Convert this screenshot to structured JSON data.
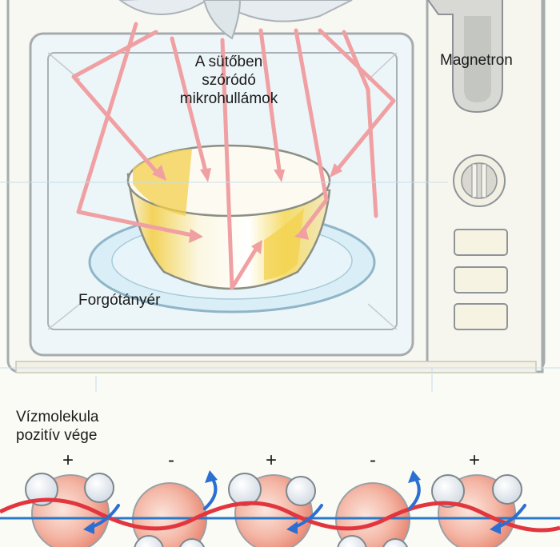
{
  "labels": {
    "scattered_line1": "A sütőben",
    "scattered_line2": "szóródó",
    "scattered_line3": "mikrohullámok",
    "magnetron": "Magnetron",
    "turntable": "Forgótányér",
    "water_line1": "Vízmolekula",
    "water_line2": "pozitív vége"
  },
  "signs": [
    "+",
    "-",
    "+",
    "-",
    "+"
  ],
  "colors": {
    "arrow": "#f0a0a2",
    "bowl_yellow": "#f4d24a",
    "wave_red": "#e2363f",
    "axis_blue": "#2a78c8",
    "rotation_blue": "#2b6fd2",
    "oven_line": "#a6abae"
  }
}
